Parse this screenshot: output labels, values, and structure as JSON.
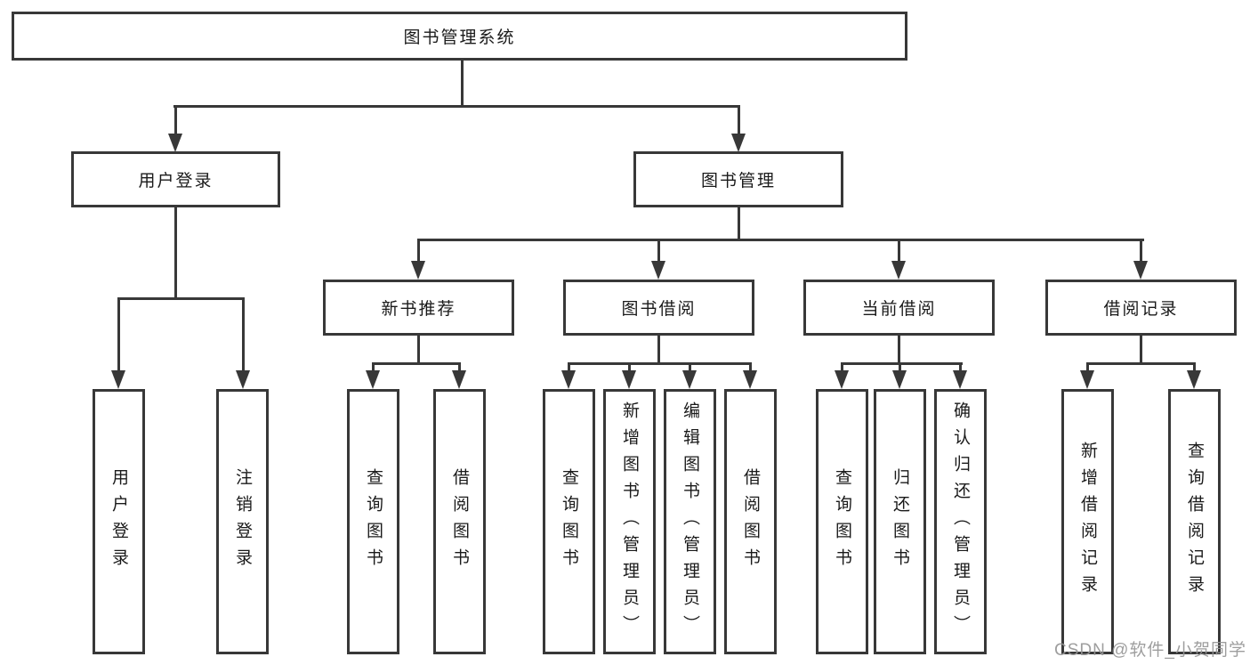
{
  "diagram": {
    "title": "图书管理系统",
    "level2": {
      "user_login": "用户登录",
      "book_management": "图书管理"
    },
    "level3": {
      "new_books": "新书推荐",
      "book_borrow": "图书借阅",
      "current_borrow": "当前借阅",
      "borrow_records": "借阅记录"
    },
    "leaves": {
      "user_login": [
        "用户登录",
        "注销登录"
      ],
      "new_books": [
        "查询图书",
        "借阅图书"
      ],
      "book_borrow": [
        "查询图书",
        "新增图书（管理员）",
        "编辑图书（管理员）",
        "借阅图书"
      ],
      "current_borrow": [
        "查询图书",
        "归还图书",
        "确认归还（管理员）"
      ],
      "borrow_records": [
        "新增借阅记录",
        "查询借阅记录"
      ]
    }
  },
  "watermark": "CSDN @软件_小贺同学",
  "colors": {
    "line": "#383838",
    "border": "#383838",
    "text": "#1a1a1a",
    "background": "#ffffff",
    "watermark": "#969696"
  }
}
